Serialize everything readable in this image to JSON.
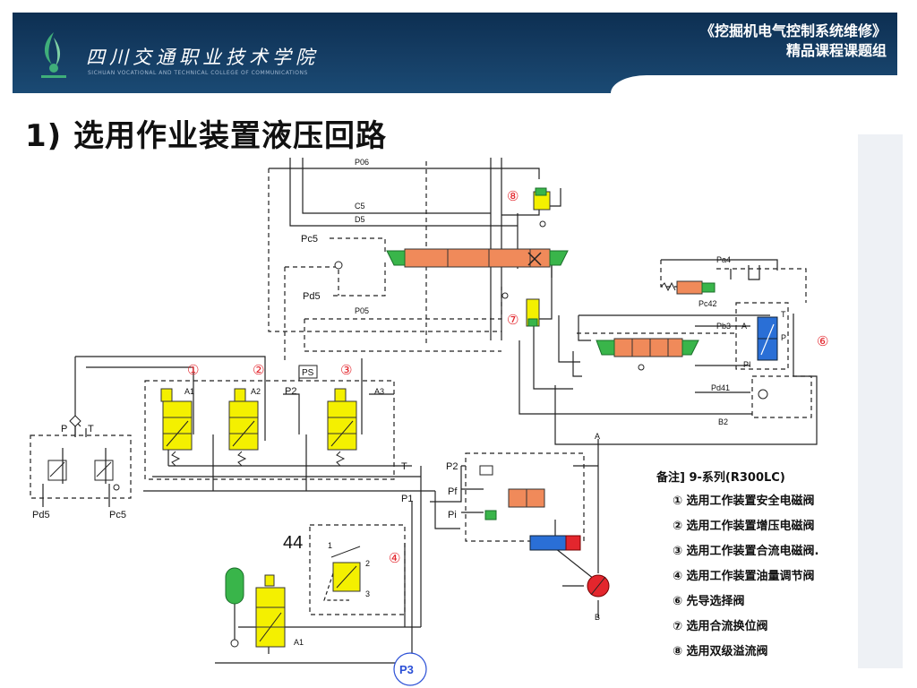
{
  "header": {
    "school_name": "四川交通职业技术学院",
    "school_name_en": "SICHUAN VOCATIONAL AND TECHNICAL COLLEGE OF COMMUNICATIONS",
    "course_title_line1": "《挖掘机电气控制系统维修》",
    "course_title_line2": "精品课程课题组"
  },
  "slide": {
    "title": "1) 选用作业装置液压回路"
  },
  "diagram": {
    "labels": {
      "p06": "P06",
      "c5": "C5",
      "d5": "D5",
      "pc5_top": "Pc5",
      "pd5_top": "Pd5",
      "p05": "P05",
      "pa4": "Pa4",
      "pc42": "Pc42",
      "pb3": "Pb3",
      "a": "A",
      "t": "T",
      "p": "P",
      "pi": "PI",
      "pd41": "Pd41",
      "b2": "B2",
      "a1": "A1",
      "a2": "A2",
      "a3": "A3",
      "p2": "P2",
      "ps": "PS",
      "t_main": "T",
      "p1": "P1",
      "pt_p": "P",
      "pt_t": "T",
      "pd5": "Pd5",
      "pc5": "Pc5",
      "p2_right": "P2",
      "pf": "Pf",
      "pi_right": "Pi",
      "a_top": "A",
      "b_bottom": "B",
      "n44": "44",
      "n1": "1",
      "n2": "2",
      "n3": "3",
      "a1_bottom": "A1",
      "p3": "P3"
    },
    "markers": {
      "m1": "①",
      "m2": "②",
      "m3": "③",
      "m4": "④",
      "m6": "⑥",
      "m7": "⑦",
      "m8": "⑧"
    },
    "colors": {
      "solenoid_yellow": "#f4f000",
      "spool_orange": "#f08a5a",
      "pilot_green": "#39b54a",
      "blue_valve": "#2a6fd6",
      "red_accent": "#e3262d",
      "marker_red": "#e3262d",
      "p3_blue": "#2a4fd6"
    }
  },
  "legend": {
    "title": "备注] 9-系列(R300LC)",
    "items": [
      "① 选用工作装置安全电磁阀",
      "② 选用工作装置增压电磁阀",
      "③ 选用工作装置合流电磁阀.",
      "④ 选用工作装置油量调节阀",
      "⑥ 先导选择阀",
      "⑦ 选用合流换位阀",
      "⑧ 选用双级溢流阀"
    ]
  }
}
